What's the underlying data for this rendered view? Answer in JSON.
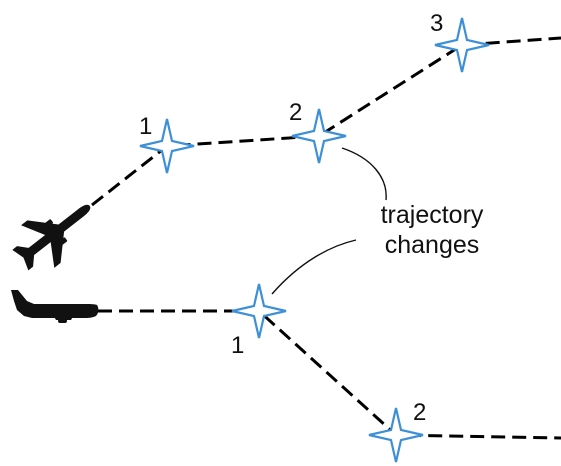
{
  "callout": {
    "line1": "trajectory",
    "line2": "changes"
  },
  "upper_route": {
    "waypoints": [
      {
        "label": "1"
      },
      {
        "label": "2"
      },
      {
        "label": "3"
      }
    ]
  },
  "lower_route": {
    "waypoints": [
      {
        "label": "1"
      },
      {
        "label": "2"
      }
    ]
  },
  "colors": {
    "waypoint_outline": "#3d8fd6",
    "route_line": "#000000",
    "aircraft": "#111111"
  },
  "icons": {
    "upper_aircraft": "airplane-top-view-icon",
    "lower_aircraft": "airplane-side-view-icon",
    "waypoint": "four-point-star-icon"
  }
}
